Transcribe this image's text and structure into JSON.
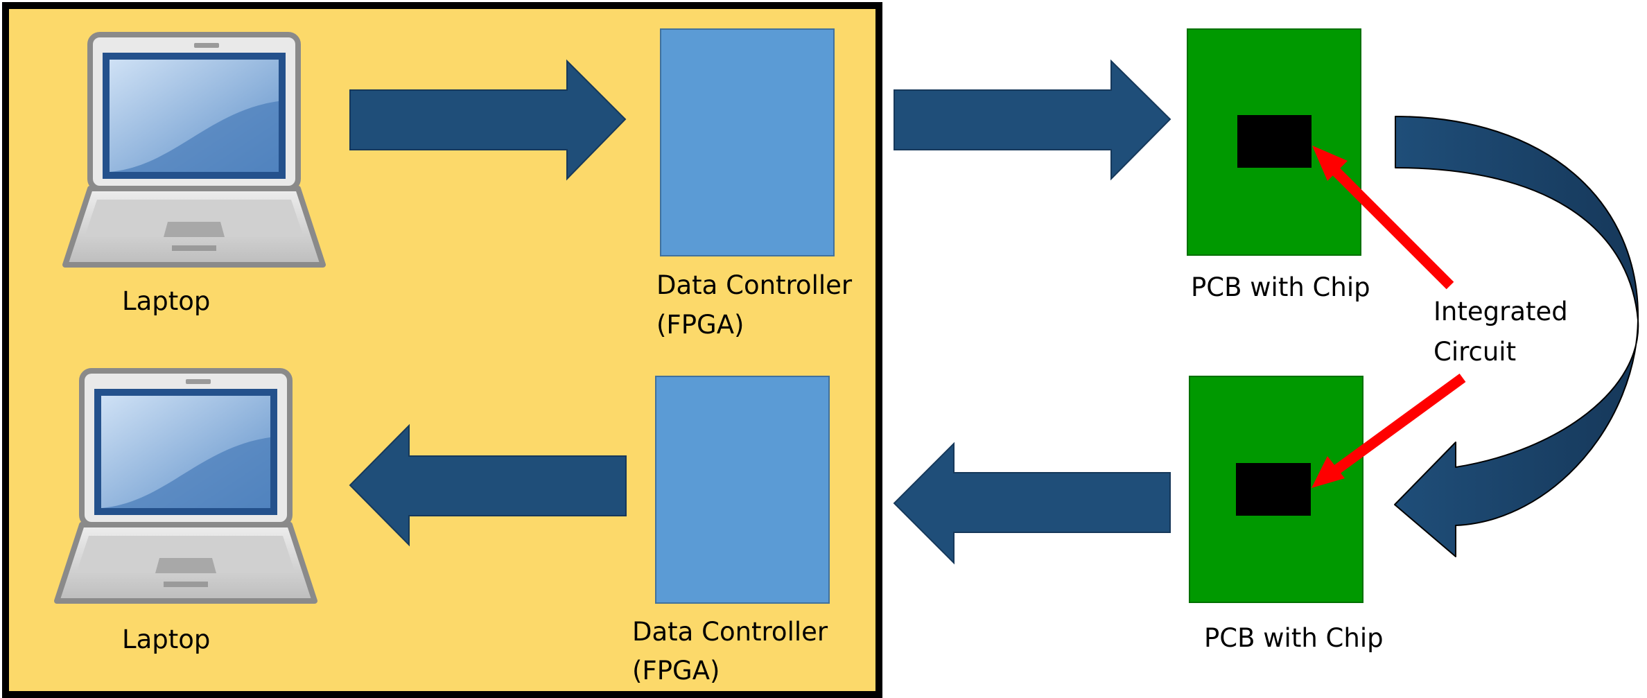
{
  "colors": {
    "yellow_panel": "#fcd96a",
    "panel_border": "#000000",
    "arrow_fill": "#1f4e79",
    "arrow_dark": "#16385a",
    "fpga_fill": "#5b9bd5",
    "fpga_stroke": "#41719c",
    "pcb_fill": "#009900",
    "chip_fill": "#000000",
    "pointer_red": "#ff0000"
  },
  "icons": {
    "laptop": "laptop-icon",
    "arrow": "block-arrow-icon",
    "curved_arrow": "curved-return-arrow-icon"
  },
  "labels": {
    "laptop_top": "Laptop",
    "laptop_bottom": "Laptop",
    "fpga_top_line1": "Data Controller",
    "fpga_top_line2": "(FPGA)",
    "fpga_bottom_line1": "Data Controller",
    "fpga_bottom_line2": "(FPGA)",
    "pcb_top": "PCB with Chip",
    "pcb_bottom": "PCB with Chip",
    "ic_line1": "Integrated",
    "ic_line2": "Circuit"
  }
}
